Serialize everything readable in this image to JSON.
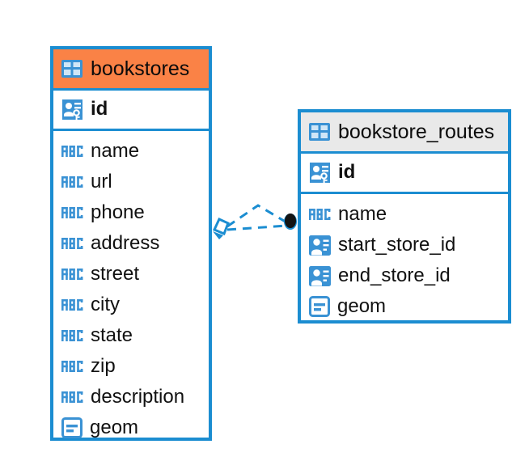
{
  "diagram": {
    "type": "er-diagram",
    "background_color": "#ffffff",
    "accent_color": "#1b8dd1",
    "highlight_color": "#fa8246",
    "neutral_header_color": "#e9e9e9"
  },
  "entities": [
    {
      "name": "bookstores",
      "header_style": "accent",
      "primary_keys": [
        {
          "label": "id",
          "icon": "primary-key-icon",
          "type": "pk"
        }
      ],
      "fields": [
        {
          "label": "name",
          "icon": "text-abc-icon",
          "type": "text"
        },
        {
          "label": "url",
          "icon": "text-abc-icon",
          "type": "text"
        },
        {
          "label": "phone",
          "icon": "text-abc-icon",
          "type": "text"
        },
        {
          "label": "address",
          "icon": "text-abc-icon",
          "type": "text"
        },
        {
          "label": "street",
          "icon": "text-abc-icon",
          "type": "text"
        },
        {
          "label": "city",
          "icon": "text-abc-icon",
          "type": "text"
        },
        {
          "label": "state",
          "icon": "text-abc-icon",
          "type": "text"
        },
        {
          "label": "zip",
          "icon": "text-abc-icon",
          "type": "text"
        },
        {
          "label": "description",
          "icon": "text-abc-icon",
          "type": "text"
        },
        {
          "label": "geom",
          "icon": "geometry-icon",
          "type": "geometry"
        }
      ]
    },
    {
      "name": "bookstore_routes",
      "header_style": "neutral",
      "primary_keys": [
        {
          "label": "id",
          "icon": "primary-key-icon",
          "type": "pk"
        }
      ],
      "fields": [
        {
          "label": "name",
          "icon": "text-abc-icon",
          "type": "text"
        },
        {
          "label": "start_store_id",
          "icon": "foreign-key-icon",
          "type": "fk"
        },
        {
          "label": "end_store_id",
          "icon": "foreign-key-icon",
          "type": "fk"
        },
        {
          "label": "geom",
          "icon": "geometry-icon",
          "type": "geometry"
        }
      ]
    }
  ],
  "relationship": {
    "style": "dashed",
    "color": "#1b8dd1",
    "source_marker": "diamond-marker",
    "target_marker": "filled-circle-marker",
    "from": "bookstores",
    "to": "bookstore_routes"
  }
}
